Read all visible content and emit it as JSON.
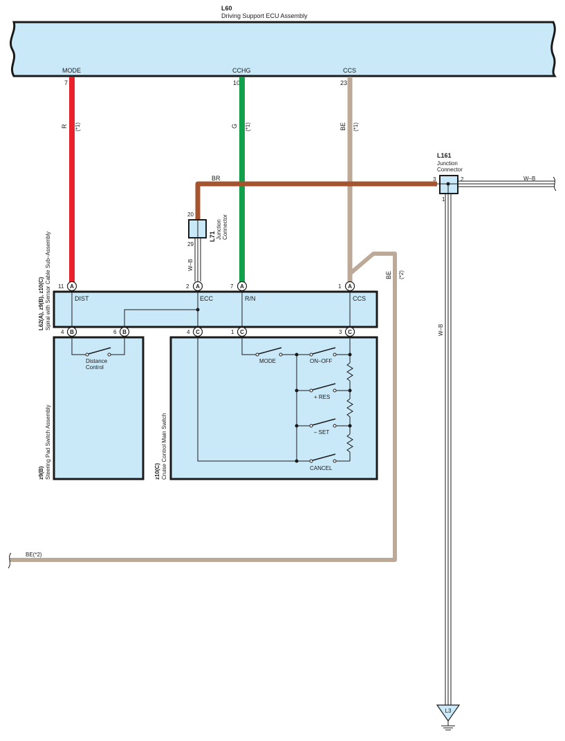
{
  "colors": {
    "box_fill": "#c9e8f8",
    "wire_red": "#e8212a",
    "wire_green": "#13a04a",
    "wire_beige": "#bda997",
    "wire_brown": "#a4542e",
    "outline": "#1a1a1a"
  },
  "ecu": {
    "id": "L60",
    "name": "Driving Support ECU Assembly",
    "pins": [
      {
        "name": "MODE",
        "num": "7"
      },
      {
        "name": "CCHG",
        "num": "10"
      },
      {
        "name": "CCS",
        "num": "23"
      }
    ]
  },
  "wires": {
    "red": {
      "color": "R",
      "note": "(*1)"
    },
    "green": {
      "color": "G",
      "note": "(*1)"
    },
    "beige": {
      "color": "BE",
      "note": "(*1)"
    },
    "brown": {
      "color": "BR"
    },
    "wb_l71": {
      "color": "W–B"
    },
    "wb_right": {
      "color": "W–B"
    },
    "wb_down": {
      "color": "W–B"
    },
    "be2_vertical": {
      "color": "BE",
      "note": "(*2)"
    },
    "be2_bottom": {
      "label": "BE(*2)"
    }
  },
  "l161": {
    "id": "L161",
    "line1": "Junction",
    "line2": "Connector",
    "pin_left": "3",
    "pin_right": "2",
    "pin_bottom": "1"
  },
  "l71": {
    "id": "L71",
    "line1": "Junction",
    "line2": "Connector",
    "pin_top": "20",
    "pin_bottom": "29"
  },
  "spiral": {
    "id_line": "L62(A), z9(B), z10(C)",
    "name": "Spiral with Sensor Cable Sub–Assembly",
    "top_pins": [
      {
        "num": "11",
        "conn": "A",
        "name": "DIST"
      },
      {
        "num": "2",
        "conn": "A",
        "name": "ECC"
      },
      {
        "num": "7",
        "conn": "A",
        "name": "R/N"
      },
      {
        "num": "1",
        "conn": "A",
        "name": "CCS"
      }
    ],
    "bottom_pins": [
      {
        "num": "4",
        "conn": "B"
      },
      {
        "num": "6",
        "conn": "B"
      },
      {
        "num": "4",
        "conn": "C"
      },
      {
        "num": "1",
        "conn": "C"
      },
      {
        "num": "3",
        "conn": "C"
      }
    ]
  },
  "steering_pad": {
    "id": "z9(B)",
    "name": "Steering Pad Switch Assembly",
    "switch_line1": "Distance",
    "switch_line2": "Control"
  },
  "cruise_main": {
    "id": "z10(C)",
    "name": "Cruise Control Main Switch",
    "switches": [
      "MODE",
      "ON–OFF",
      "+ RES",
      "– SET",
      "CANCEL"
    ]
  },
  "ground": {
    "label": "L3"
  }
}
